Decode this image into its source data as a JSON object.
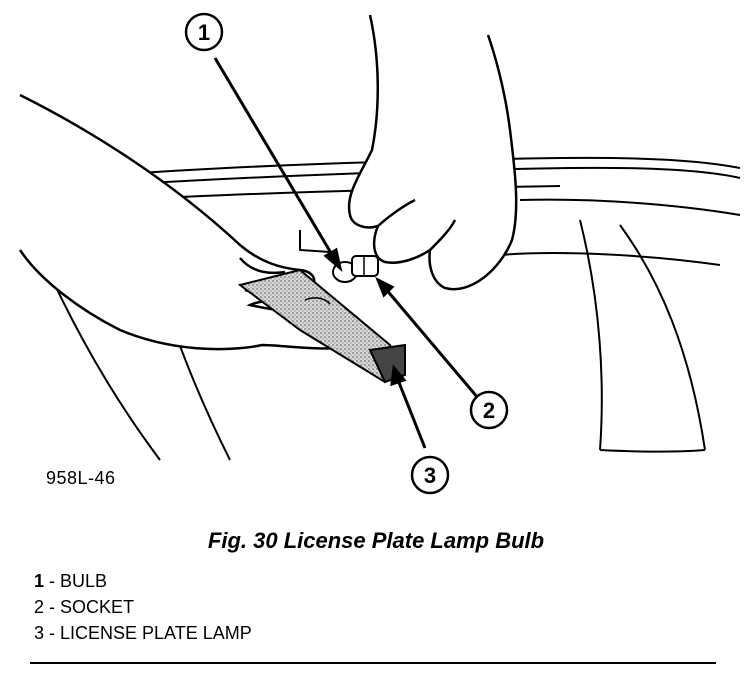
{
  "figure": {
    "code": "958L-46",
    "caption": "Fig. 30 License Plate Lamp Bulb"
  },
  "callouts": [
    {
      "number": "1",
      "label": "BULB"
    },
    {
      "number": "2",
      "label": "SOCKET"
    },
    {
      "number": "3",
      "label": "LICENSE PLATE LAMP"
    }
  ],
  "legend": [
    {
      "number": "1",
      "separator": " - ",
      "label": "BULB"
    },
    {
      "number": "2",
      "separator": " - ",
      "label": "SOCKET"
    },
    {
      "number": "3",
      "separator": " - ",
      "label": "LICENSE PLATE LAMP"
    }
  ]
}
